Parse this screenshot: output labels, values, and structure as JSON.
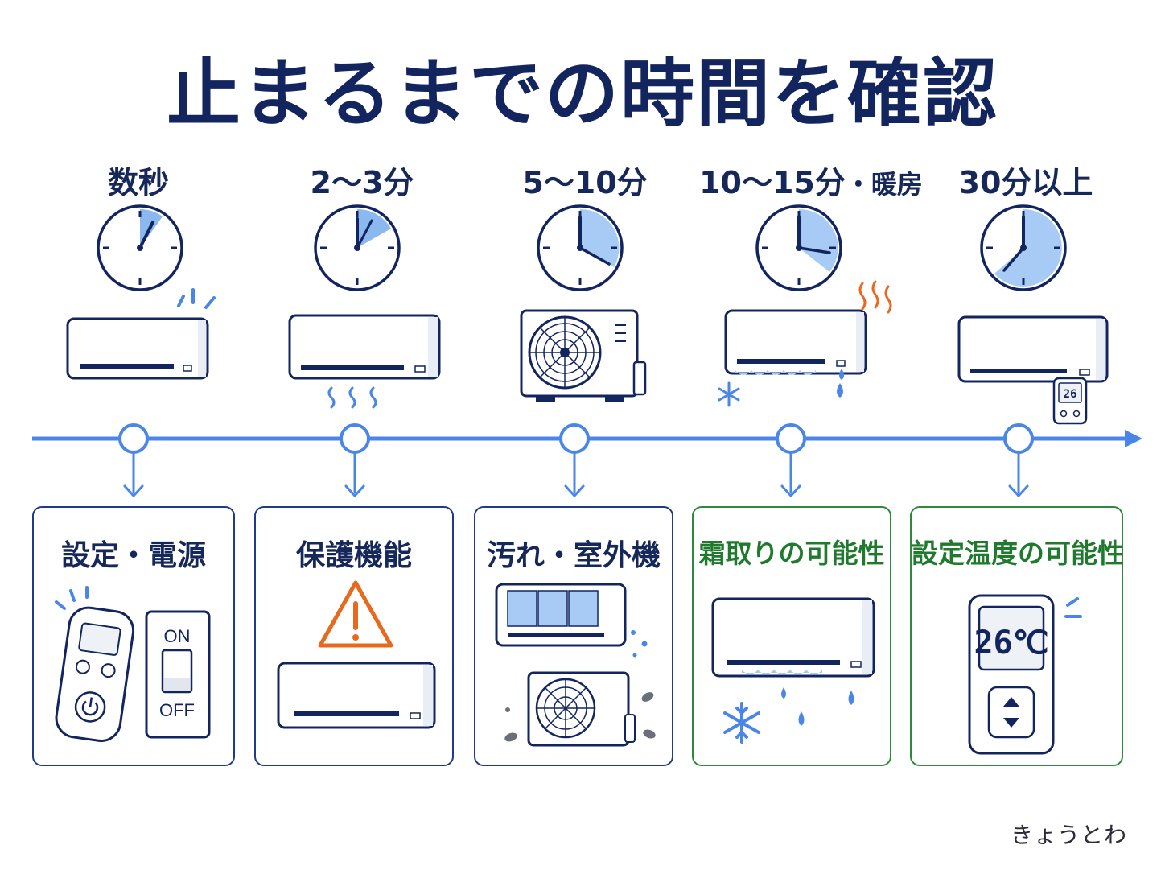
{
  "title": "止まるまでの時間を確認",
  "stages": [
    {
      "label": "数秒",
      "label_small": ""
    },
    {
      "label": "2〜3分",
      "label_small": ""
    },
    {
      "label": "5〜10分",
      "label_small": ""
    },
    {
      "label": "10〜15分",
      "label_small": "・暖房"
    },
    {
      "label": "30分以上",
      "label_small": ""
    }
  ],
  "cards": [
    {
      "title": "設定・電源",
      "switch_on": "ON",
      "switch_off": "OFF"
    },
    {
      "title": "保護機能"
    },
    {
      "title": "汚れ・室外機"
    },
    {
      "title": "霜取りの可能性"
    },
    {
      "title": "設定温度の可能性",
      "display": "26℃"
    }
  ],
  "stage5_display": "26",
  "brand": "きょうとわ",
  "colors": {
    "navy": "#13255f",
    "blue": "#4a86e8",
    "green": "#2d8a3a",
    "orange": "#e8691e"
  }
}
